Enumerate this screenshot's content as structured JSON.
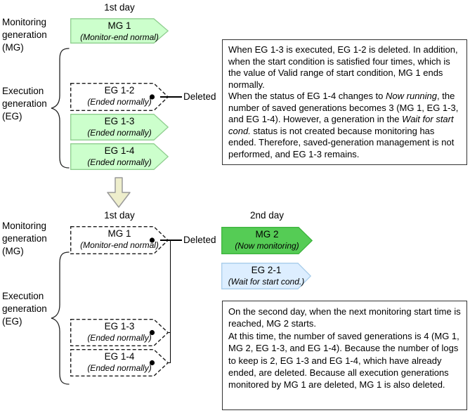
{
  "palette": {
    "light_green_fill": "#ccffcc",
    "light_green_border": "#8fce8f",
    "bright_green_fill": "#55cc55",
    "bright_green_border": "#3eb43e",
    "light_blue_fill": "#ddeeff",
    "light_blue_border": "#a8cdea",
    "transition_arrow_fill": "#eeeecc",
    "transition_arrow_border": "#9a9a9a"
  },
  "left_labels": {
    "monitoring": "Monitoring generation (MG)",
    "execution": "Execution generation (EG)"
  },
  "top_section": {
    "day_label": "1st day",
    "mg1": {
      "label": "MG 1",
      "status": "(Monitor-end normal)"
    },
    "eg12": {
      "label": "EG 1-2",
      "status": "(Ended normally)"
    },
    "eg13": {
      "label": "EG 1-3",
      "status": "(Ended normally)"
    },
    "eg14": {
      "label": "EG 1-4",
      "status": "(Ended normally)"
    },
    "deleted_label": "Deleted",
    "info_box": [
      {
        "t": "When EG 1-3 is executed, EG 1-2 is deleted. In addition, when the start condition is satisfied four times, which is the value of Valid range of start condition, MG 1 ends normally.\nWhen the status of EG 1-4 changes to "
      },
      {
        "t": "Now running",
        "i": true
      },
      {
        "t": ", the number of saved generations becomes 3 (MG 1, EG 1-3, and EG 1-4). However, a generation in the "
      },
      {
        "t": "Wait for start cond.",
        "i": true
      },
      {
        "t": " status is not created because monitoring has ended. Therefore, saved-generation management is not performed, and EG 1-3 remains."
      }
    ]
  },
  "bottom_section": {
    "day1_label": "1st day",
    "day2_label": "2nd day",
    "mg1": {
      "label": "MG 1",
      "status": "(Monitor-end normal)"
    },
    "mg2": {
      "label": "MG 2",
      "status": "(Now monitoring)"
    },
    "eg21": {
      "label": "EG 2-1",
      "status": "(Wait for start cond.)"
    },
    "eg13": {
      "label": "EG 1-3",
      "status": "(Ended normally)"
    },
    "eg14": {
      "label": "EG 1-4",
      "status": "(Ended normally)"
    },
    "deleted_label": "Deleted",
    "info_box": [
      {
        "t": "On the second day, when the next monitoring start time is reached, MG 2 starts.\nAt this time, the number of saved generations is 4 (MG 1, MG 2, EG 1-3, and EG 1-4). Because the number of logs to keep is 2, EG 1-3 and EG 1-4, which have already ended, are deleted. Because all execution generations monitored by MG 1 are deleted, MG 1 is also deleted."
      }
    ]
  }
}
